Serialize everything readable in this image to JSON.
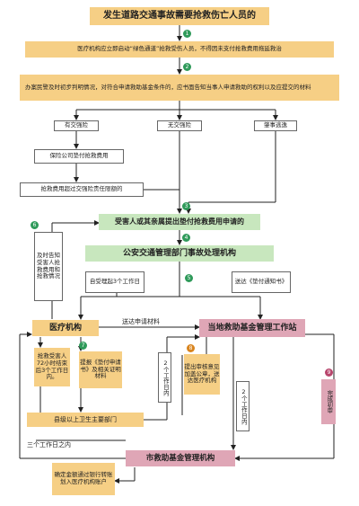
{
  "diagram": {
    "title": "发生道路交通事故需要抢救伤亡人员的",
    "step1": "医疗机构应立即启动“绿色通道”抢救受伤人员，不得因未支付抢救费用拖延救治",
    "step2": "办案民警及时初步判明情况，对符合申请救助基金条件的，应书面告知当事人申请救助的权利以及应提交的材料",
    "branch_insured": "有交强险",
    "branch_uninsured": "无交强险",
    "branch_escape": "肇事逃逸",
    "insurer_pays": "保险公司垫付抢救费用",
    "exceed_limit": "抢救费用超过交强险责任限额的",
    "apply": "受害人或其亲属提出垫付抢救费用申请的",
    "police": "公安交通管理部门事故处理机构",
    "accept": "自受理起3个工作日",
    "send_notice": "送达《垫付通知书》",
    "notify_side": "及时告知受害人抢救费用和抢救情况",
    "hospital": "医疗机构",
    "send_material": "送达申请材料",
    "fund_station": "当地救助基金管理工作站",
    "hospital_submit_time": "抢救受害人72小时结束后3个工作日内。",
    "submit_form": "提报《垫付申请书》及相关证明材料",
    "two_days_a": "2个工作日内",
    "review": "提出审核意见加盖公章，送达医疗机构",
    "two_days_b": "2个工作日内",
    "complete_review": "完成初审",
    "health_dept": "县级以上卫生主要部门",
    "three_days": "三个工作日之内",
    "city_fund": "市救助基金管理机构",
    "transfer": "确定金额通过银行转账划入医疗机构账户",
    "num": [
      "1",
      "2",
      "3",
      "4",
      "5",
      "6",
      "7",
      "8",
      "9"
    ]
  }
}
